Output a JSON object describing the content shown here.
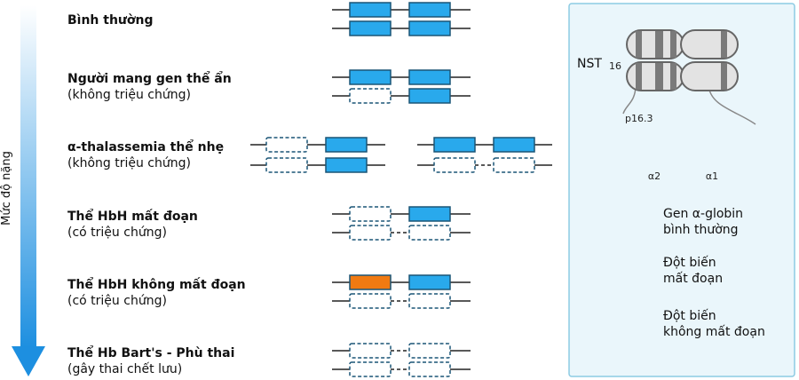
{
  "axis": {
    "label": "Mức độ nặng"
  },
  "rows": [
    {
      "title": "Bình thường",
      "subtitle": ""
    },
    {
      "title": "Người mang gen thể ẩn",
      "subtitle": "(không triệu chứng)"
    },
    {
      "title": "α-thalassemia thể nhẹ",
      "subtitle": "(không triệu chứng)"
    },
    {
      "title": "Thể HbH mất đoạn",
      "subtitle": "(có triệu chứng)"
    },
    {
      "title": "Thể HbH không mất đoạn",
      "subtitle": "(có triệu chứng)"
    },
    {
      "title": "Thể Hb Bart's - Phù thai",
      "subtitle": "(gây thai chết lưu)"
    }
  ],
  "chromosome": {
    "label": "NST",
    "number": "16",
    "band": "p16.3",
    "gene_left": "α2",
    "gene_right": "α1"
  },
  "legend": {
    "normal": {
      "line1": "Gen α-globin",
      "line2": "bình thường"
    },
    "deletion": {
      "line1": "Đột biến",
      "line2": "mất đoạn"
    },
    "nondeletion": {
      "line1": "Đột biến",
      "line2": "không mất đoạn"
    }
  },
  "colors": {
    "normal_fill": "#29a9ec",
    "gene_stroke": "#1a5577",
    "mutation_fill": "#f07a12",
    "arrow_top": "#ffffff",
    "arrow_bottom": "#1d8fe0",
    "panel_bg": "#eaf6fb",
    "panel_border": "#8ccbe3"
  }
}
